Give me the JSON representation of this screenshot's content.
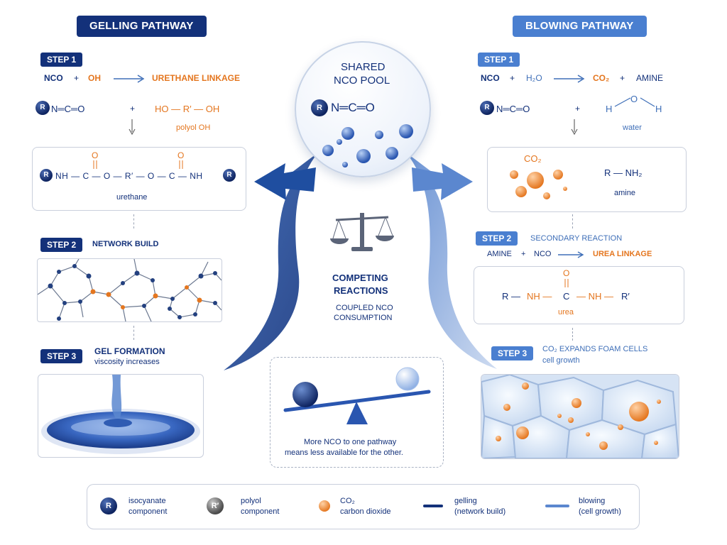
{
  "gelling": {
    "title": "GELLING PATHWAY",
    "step1": {
      "badge": "STEP 1",
      "eq_left": "NCO",
      "plus": "+",
      "eq_reactant": "OH",
      "eq_product": "URETHANE LINKAGE",
      "iso_r": "R",
      "iso_formula": "N═C═O",
      "polyol": "HO — R′ — OH",
      "polyol_label": "polyol OH",
      "urethane_chain": "NH — C — O — R′ — O — C — NH",
      "urethane_o": "O",
      "urethane_label": "urethane"
    },
    "step2": {
      "badge": "STEP 2",
      "label": "NETWORK BUILD"
    },
    "step3": {
      "badge": "STEP 3",
      "label": "GEL FORMATION",
      "sub": "viscosity increases"
    }
  },
  "blowing": {
    "title": "BLOWING PATHWAY",
    "step1": {
      "badge": "STEP 1",
      "eq_left": "NCO",
      "plus": "+",
      "eq_reactant": "H₂O",
      "eq_product1": "CO₂",
      "eq_product2": "AMINE",
      "iso_r": "R",
      "iso_formula": "N═C═O",
      "water_formula_h": "H",
      "water_formula_o": "O",
      "water_label": "water",
      "co2_label": "CO₂",
      "amine_formula": "R — NH₂",
      "amine_label": "amine"
    },
    "step2": {
      "badge": "STEP 2",
      "label": "SECONDARY REACTION",
      "eq_left": "AMINE",
      "plus": "+",
      "eq_reactant": "NCO",
      "eq_product": "UREA LINKAGE",
      "urea_r": "R —",
      "urea_nh1": "NH —",
      "urea_c": "C",
      "urea_nh2": "— NH —",
      "urea_r2": "R′",
      "urea_o": "O",
      "urea_label": "urea"
    },
    "step3": {
      "badge": "STEP 3",
      "label": "CO₂ EXPANDS FOAM CELLS",
      "sub": "cell growth"
    }
  },
  "center": {
    "pool_title_1": "SHARED",
    "pool_title_2": "NCO POOL",
    "pool_r": "R",
    "pool_formula": "N═C═O",
    "competing_1": "COMPETING",
    "competing_2": "REACTIONS",
    "coupled_1": "COUPLED NCO",
    "coupled_2": "CONSUMPTION",
    "note_1": "More NCO to one pathway",
    "note_2": "means less available for the other."
  },
  "legend": {
    "isocyanate_symbol": "R",
    "isocyanate_1": "isocyanate",
    "isocyanate_2": "component",
    "polyol_symbol": "R′",
    "polyol_1": "polyol",
    "polyol_2": "component",
    "co2_1": "CO₂",
    "co2_2": "carbon dioxide",
    "gelling_1": "gelling",
    "gelling_2": "(network build)",
    "blowing_1": "blowing",
    "blowing_2": "(cell growth)"
  },
  "colors": {
    "navy": "#13317a",
    "light_blue": "#4a7fd0",
    "orange": "#e4761f"
  }
}
